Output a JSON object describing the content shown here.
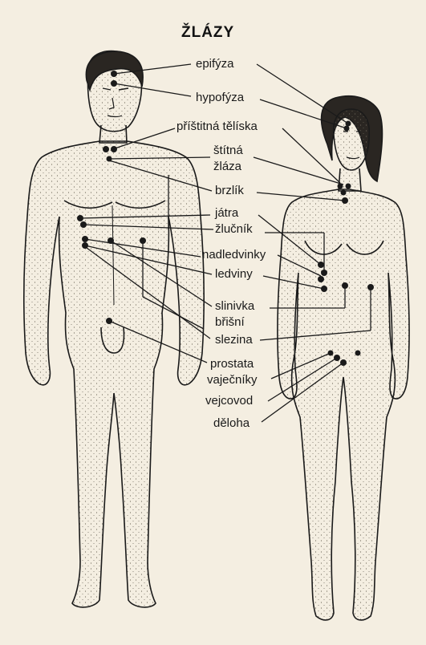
{
  "title": "ŽLÁZY",
  "labels": {
    "epifyza": "epifýza",
    "hypofyza": "hypofýza",
    "pristitna": "příštitná tělíska",
    "stitna_1": "štítná",
    "stitna_2": "žláza",
    "brzlik": "brzlík",
    "jatra": "játra",
    "zlucnik": "žlučník",
    "nadledvinky": "nadledvinky",
    "ledviny": "ledviny",
    "slinivka_1": "slinivka",
    "slinivka_2": "břišní",
    "slezina": "slezina",
    "prostata": "prostata",
    "vajecniky": "vaječníky",
    "vejcovod": "vejcovod",
    "deloha": "děloha"
  },
  "colors": {
    "ink": "#1a1a1a",
    "paper": "#f4eee1"
  }
}
